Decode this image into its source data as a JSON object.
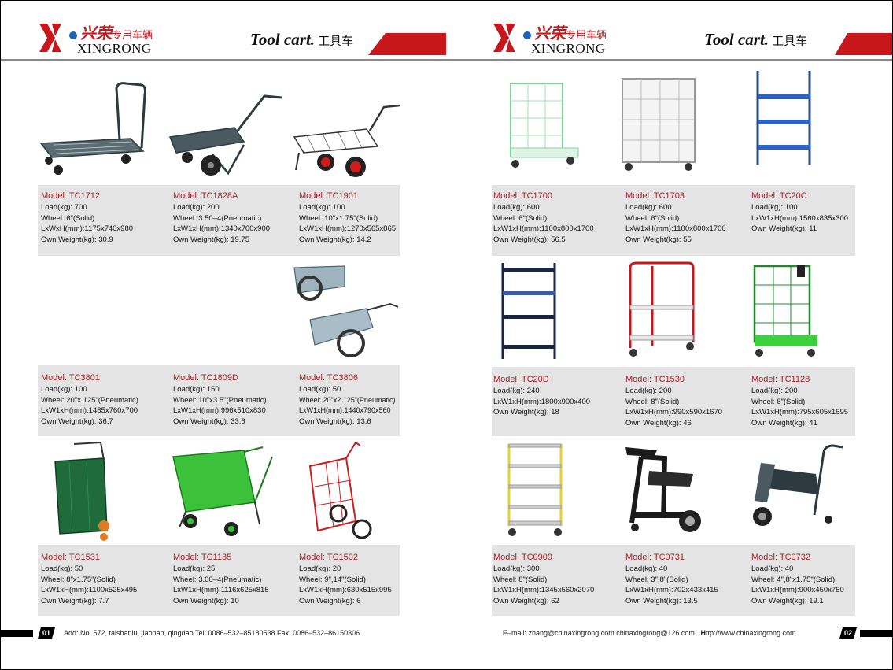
{
  "brand": {
    "cn_big": "兴荣",
    "cn_small": "专用车辆",
    "en": "XINGRONG"
  },
  "header": {
    "title_en": "Tool cart.",
    "title_cn": "工具车"
  },
  "colors": {
    "brand_red": "#c8171c",
    "model_red": "#a1232a",
    "spec_bg": "#e4e4e4"
  },
  "left": {
    "products": [
      {
        "model": "Model: TC1712",
        "load": "Load(kg): 700",
        "wheel": "Wheel: 6\"(Solid)",
        "dims": "LxWxH(mm):1175x740x980",
        "weight": "Own Weight(kg): 30.9",
        "icon": "platform-cart-icon"
      },
      {
        "model": "Model: TC1828A",
        "load": "Load(kg): 200",
        "wheel": "Wheel: 3.50–4(Pneumatic)",
        "dims": "LxW1xH(mm):1340x700x900",
        "weight": "Own Weight(kg): 19.75",
        "icon": "mesh-wheelbarrow-icon"
      },
      {
        "model": "Model: TC1901",
        "load": "Load(kg): 100",
        "wheel": "Wheel: 10\"x1.75\"(Solid)",
        "dims": "LxW1xH(mm):1270x565x865",
        "weight": "Own Weight(kg): 14.2",
        "icon": "wire-basket-cart-icon"
      },
      {
        "model": "Model: TC3801",
        "load": "Load(kg): 100",
        "wheel": "Wheel: 20\"x.125\"(Pneumatic)",
        "dims": "LxW1xH(mm):1485x760x700",
        "weight": "Own Weight(kg): 36.7",
        "icon": ""
      },
      {
        "model": "Model: TC1809D",
        "load": "Load(kg): 150",
        "wheel": "Wheel: 10\"x3.5\"(Pneumatic)",
        "dims": "LxW1xH(mm):996x510x830",
        "weight": "Own Weight(kg): 33.6",
        "icon": ""
      },
      {
        "model": "Model: TC3806",
        "load": "Load(kg): 50",
        "wheel": "Wheel: 20\"x2.125\"(Pneumatic)",
        "dims": "LxW1xH(mm):1440x790x560",
        "weight": "Own Weight(kg): 13.6",
        "icon": "steel-hand-cart-icon"
      },
      {
        "model": "Model: TC1531",
        "load": "Load(kg): 50",
        "wheel": "Wheel: 8\"x1.75\"(Solid)",
        "dims": "LxW1xH(mm):1100x525x495",
        "weight": "Own Weight(kg): 7.7",
        "icon": "green-bag-trolley-icon"
      },
      {
        "model": "Model: TC1135",
        "load": "Load(kg): 25",
        "wheel": "Wheel: 3.00–4(Pneumatic)",
        "dims": "LxW1xH(mm):1116x625x815",
        "weight": "Own Weight(kg): 10",
        "icon": "green-box-cart-icon"
      },
      {
        "model": "Model: TC1502",
        "load": "Load(kg): 20",
        "wheel": "Wheel: 9\",14\"(Solid)",
        "dims": "LxW1xH(mm):630x515x995",
        "weight": "Own Weight(kg): 6",
        "icon": "red-shopping-trolley-icon"
      }
    ],
    "page_number": "01",
    "footer": "Add: No. 572, taishanlu, jiaonan, qingdao   Tel: 0086–532–85180538   Fax: 0086–532–86150306"
  },
  "right": {
    "products": [
      {
        "model": "Model: TC1700",
        "load": "Load(kg): 600",
        "wheel": "Wheel: 6\"(Solid)",
        "dims": "LxW1xH(mm):1100x800x1700",
        "weight": "Own Weight(kg): 56.5",
        "icon": "green-cage-trolley-icon"
      },
      {
        "model": "Model: TC1703",
        "load": "Load(kg): 600",
        "wheel": "Wheel: 6\"(Solid)",
        "dims": "LxW1xH(mm):1100x800x1700",
        "weight": "Own Weight(kg): 55",
        "icon": "white-cage-trolley-icon"
      },
      {
        "model": "Model: TC20C",
        "load": "Load(kg): 100",
        "wheel": "",
        "dims": "LxW1xH(mm):1560x835x300",
        "weight": "Own Weight(kg): 11",
        "icon": "blue-shelf-rack-icon"
      },
      {
        "model": "Model: TC20D",
        "load": "Load(kg): 240",
        "wheel": "",
        "dims": "LxW1xH(mm):1800x900x400",
        "weight": "Own Weight(kg): 18",
        "icon": "black-shelf-rack-icon"
      },
      {
        "model": "Model: TC1530",
        "load": "Load(kg): 200",
        "wheel": "Wheel: 8\"(Solid)",
        "dims": "LxW1xH(mm):990x590x1670",
        "weight": "Own Weight(kg): 46",
        "icon": "red-shelf-trolley-icon"
      },
      {
        "model": "Model: TC1128",
        "load": "Load(kg): 200",
        "wheel": "Wheel: 6\"(Solid)",
        "dims": "LxW1xH(mm):795x605x1695",
        "weight": "Own Weight(kg): 41",
        "icon": "green-roll-container-icon"
      },
      {
        "model": "Model: TC0909",
        "load": "Load(kg): 300",
        "wheel": "Wheel: 8\"(Solid)",
        "dims": "LxW1xH(mm):1345x560x2070",
        "weight": "Own Weight(kg): 62",
        "icon": "yellow-shelf-trolley-icon"
      },
      {
        "model": "Model: TC0731",
        "load": "Load(kg): 40",
        "wheel": "Wheel: 3\",8\"(Solid)",
        "dims": "LxW1xH(mm):702x433x415",
        "weight": "Own Weight(kg): 13.5",
        "icon": "welding-cart-icon"
      },
      {
        "model": "Model: TC0732",
        "load": "Load(kg): 40",
        "wheel": "Wheel: 4\",8\"x1.75\"(Solid)",
        "dims": "LxW1xH(mm):900x450x750",
        "weight": "Own Weight(kg): 19.1",
        "icon": "gas-cylinder-cart-icon"
      }
    ],
    "page_number": "02",
    "footer_email_prefix": "E",
    "footer_email": "–mail: zhang@chinaxingrong.com   chinaxingrong@126.com",
    "footer_web_prefix": "H",
    "footer_web": "ttp://www.chinaxingrong.com"
  }
}
